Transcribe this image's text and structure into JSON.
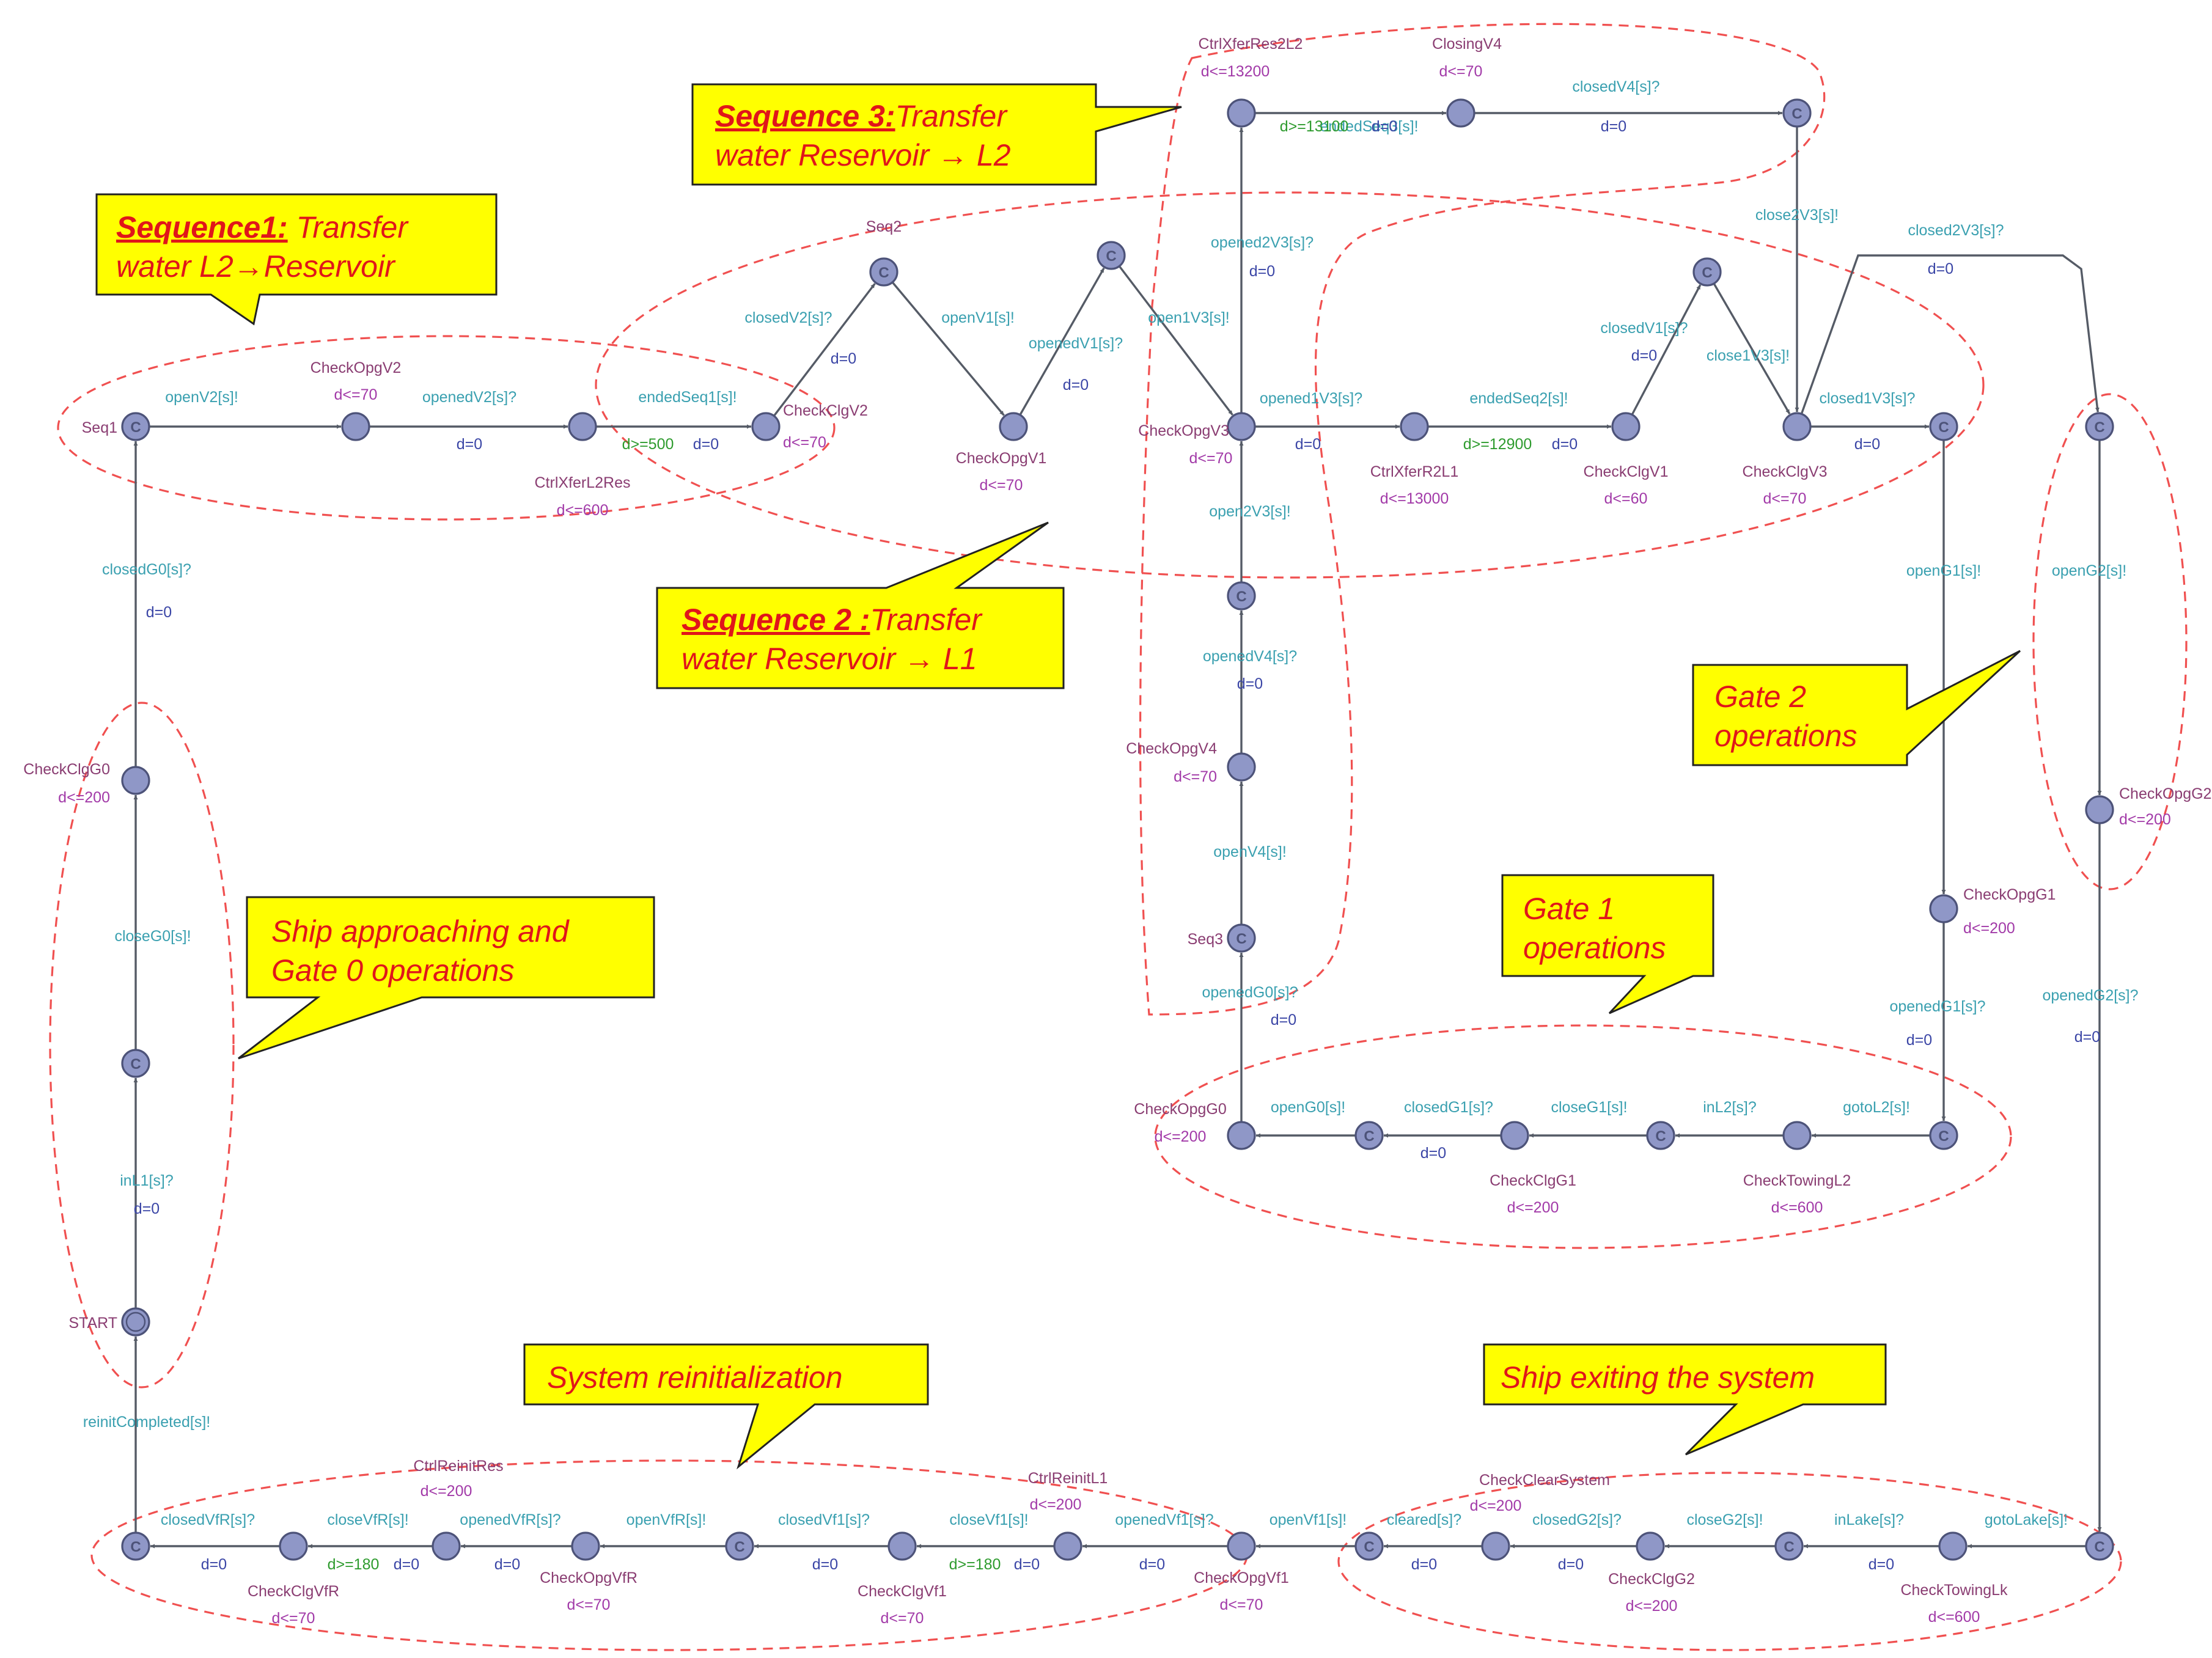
{
  "colors": {
    "callout_fill": "#ffff00",
    "callout_text": "#e0161a",
    "node_fill": "#8f97c7",
    "edge": "#555b66",
    "zone_border": "#f05050",
    "location_name": "#8a3d72",
    "invariant": "#a23aa8",
    "sync": "#3aa0b0",
    "update": "#3b46a6",
    "guard": "#2e9b2e"
  },
  "callouts": {
    "seq1": {
      "title": "Sequence1:",
      "text": " Transfer\nwater L2→Reservoir"
    },
    "seq3": {
      "title": "Sequence 3:",
      "text": "Transfer\nwater Reservoir → L2"
    },
    "seq2": {
      "title": "Sequence 2 :",
      "text": "Transfer\nwater Reservoir → L1"
    },
    "gate2": {
      "title": "",
      "text": "Gate 2\noperations"
    },
    "gate1": {
      "title": "",
      "text": "Gate 1\noperations"
    },
    "ship_approach": {
      "title": "",
      "text": "Ship approaching and\nGate 0 operations"
    },
    "reinit": {
      "title": "",
      "text": "System reinitialization"
    },
    "exit": {
      "title": "",
      "text": "Ship exiting the system"
    }
  },
  "committed_symbol": "C",
  "locations": [
    {
      "id": "seq1",
      "name": "Seq1",
      "inv": "",
      "committed": true
    },
    {
      "id": "checkOpgV2",
      "name": "CheckOpgV2",
      "inv": "d<=70"
    },
    {
      "id": "ctrlXferL2Res",
      "name": "CtrlXferL2Res",
      "inv": "d<=600"
    },
    {
      "id": "checkClgV2",
      "name": "CheckClgV2",
      "inv": "d<=70"
    },
    {
      "id": "seq2",
      "name": "Seq2",
      "inv": "",
      "committed": true
    },
    {
      "id": "checkOpgV1",
      "name": "CheckOpgV1",
      "inv": "d<=70"
    },
    {
      "id": "c_v1",
      "name": "",
      "inv": "",
      "committed": true
    },
    {
      "id": "checkOpgV3",
      "name": "CheckOpgV3",
      "inv": "d<=70"
    },
    {
      "id": "ctrlXferR2L1",
      "name": "CtrlXferR2L1",
      "inv": "d<=13000"
    },
    {
      "id": "checkClgV1",
      "name": "CheckClgV1",
      "inv": "d<=60"
    },
    {
      "id": "c_v1b",
      "name": "",
      "inv": "",
      "committed": true
    },
    {
      "id": "checkClgV3",
      "name": "CheckClgV3",
      "inv": "d<=70"
    },
    {
      "id": "c_v3",
      "name": "",
      "inv": "",
      "committed": true
    },
    {
      "id": "ctrlXferRes2L2",
      "name": "CtrlXferRes2L2",
      "inv": "d<=13200"
    },
    {
      "id": "closingV4",
      "name": "ClosingV4",
      "inv": "d<=70"
    },
    {
      "id": "c_v4",
      "name": "",
      "inv": "",
      "committed": true
    },
    {
      "id": "c_v3b",
      "name": "",
      "inv": "",
      "committed": true
    },
    {
      "id": "checkOpgV4",
      "name": "CheckOpgV4",
      "inv": "d<=70"
    },
    {
      "id": "seq3",
      "name": "Seq3",
      "inv": "",
      "committed": true
    },
    {
      "id": "c_g2",
      "name": "",
      "inv": "",
      "committed": true
    },
    {
      "id": "checkOpgG2",
      "name": "CheckOpgG2",
      "inv": "d<=200"
    },
    {
      "id": "checkOpgG1",
      "name": "CheckOpgG1",
      "inv": "d<=200"
    },
    {
      "id": "c_g1",
      "name": "",
      "inv": "",
      "committed": true
    },
    {
      "id": "checkTowingL2",
      "name": "CheckTowingL2",
      "inv": "d<=600"
    },
    {
      "id": "c_cg1",
      "name": "",
      "inv": "",
      "committed": true
    },
    {
      "id": "checkClgG1",
      "name": "CheckClgG1",
      "inv": "d<=200"
    },
    {
      "id": "c_og0",
      "name": "",
      "inv": "",
      "committed": true
    },
    {
      "id": "checkOpgG0",
      "name": "CheckOpgG0",
      "inv": "d<=200"
    },
    {
      "id": "checkClgG0",
      "name": "CheckClgG0",
      "inv": "d<=200"
    },
    {
      "id": "c_g0",
      "name": "",
      "inv": "",
      "committed": true
    },
    {
      "id": "start",
      "name": "START",
      "inv": "",
      "initial": true
    },
    {
      "id": "c_lk",
      "name": "",
      "inv": "",
      "committed": true
    },
    {
      "id": "checkTowingLk",
      "name": "CheckTowingLk",
      "inv": "d<=600"
    },
    {
      "id": "c_g2b",
      "name": "",
      "inv": "",
      "committed": true
    },
    {
      "id": "checkClgG2",
      "name": "CheckClgG2",
      "inv": "d<=200"
    },
    {
      "id": "checkClearSystem",
      "name": "CheckClearSystem",
      "inv": "d<=200"
    },
    {
      "id": "c_cs",
      "name": "",
      "inv": "",
      "committed": true
    },
    {
      "id": "checkOpgVf1",
      "name": "CheckOpgVf1",
      "inv": "d<=70"
    },
    {
      "id": "ctrlReinitL1",
      "name": "CtrlReinitL1",
      "inv": "d<=200"
    },
    {
      "id": "checkClgVf1",
      "name": "CheckClgVf1",
      "inv": "d<=70"
    },
    {
      "id": "c_vf1",
      "name": "",
      "inv": "",
      "committed": true
    },
    {
      "id": "checkOpgVfR",
      "name": "CheckOpgVfR",
      "inv": "d<=70"
    },
    {
      "id": "ctrlReinitRes",
      "name": "CtrlReinitRes",
      "inv": "d<=200"
    },
    {
      "id": "checkClgVfR",
      "name": "CheckClgVfR",
      "inv": "d<=70"
    },
    {
      "id": "c_vfr",
      "name": "",
      "inv": "",
      "committed": true
    }
  ],
  "edges": [
    {
      "from": "seq1",
      "to": "checkOpgV2",
      "sync": "openV2[s]!",
      "guard": "",
      "update": ""
    },
    {
      "from": "checkOpgV2",
      "to": "ctrlXferL2Res",
      "sync": "openedV2[s]?",
      "guard": "",
      "update": "d=0"
    },
    {
      "from": "ctrlXferL2Res",
      "to": "checkClgV2",
      "sync": "endedSeq1[s]!",
      "guard": "d>=500",
      "update": "d=0"
    },
    {
      "from": "checkClgV2",
      "to": "seq2",
      "sync": "closedV2[s]?",
      "guard": "",
      "update": "d=0"
    },
    {
      "from": "seq2",
      "to": "checkOpgV1",
      "sync": "openV1[s]!",
      "guard": "",
      "update": ""
    },
    {
      "from": "checkOpgV1",
      "to": "c_v1",
      "sync": "openedV1[s]?",
      "guard": "",
      "update": "d=0"
    },
    {
      "from": "c_v1",
      "to": "checkOpgV3",
      "sync": "open1V3[s]!",
      "guard": "",
      "update": ""
    },
    {
      "from": "checkOpgV3",
      "to": "ctrlXferR2L1",
      "sync": "opened1V3[s]?",
      "guard": "",
      "update": "d=0"
    },
    {
      "from": "ctrlXferR2L1",
      "to": "checkClgV1",
      "sync": "endedSeq2[s]!",
      "guard": "d>=12900",
      "update": "d=0"
    },
    {
      "from": "checkClgV1",
      "to": "c_v1b",
      "sync": "closedV1[s]?",
      "guard": "",
      "update": "d=0"
    },
    {
      "from": "c_v1b",
      "to": "checkClgV3",
      "sync": "close1V3[s]!",
      "guard": "",
      "update": ""
    },
    {
      "from": "checkClgV3",
      "to": "c_v3",
      "sync": "closed1V3[s]?",
      "guard": "",
      "update": "d=0"
    },
    {
      "from": "checkOpgV3",
      "to": "ctrlXferRes2L2",
      "sync": "opened2V3[s]?",
      "guard": "",
      "update": "d=0"
    },
    {
      "from": "ctrlXferRes2L2",
      "to": "closingV4",
      "sync": "endedSeq3[s]!",
      "guard": "d>=13100",
      "update": "d=0"
    },
    {
      "from": "closingV4",
      "to": "c_v4",
      "sync": "closedV4[s]?",
      "guard": "",
      "update": "d=0"
    },
    {
      "from": "c_v4",
      "to": "checkClgV3",
      "sync": "close2V3[s]!",
      "guard": "",
      "update": ""
    },
    {
      "from": "checkClgV3",
      "to": "c_g2",
      "sync": "closed2V3[s]?",
      "guard": "",
      "update": "d=0"
    },
    {
      "from": "c_v3b",
      "to": "checkOpgV3",
      "sync": "open2V3[s]!",
      "guard": "",
      "update": ""
    },
    {
      "from": "checkOpgV4",
      "to": "c_v3b",
      "sync": "openedV4[s]?",
      "guard": "",
      "update": "d=0"
    },
    {
      "from": "seq3",
      "to": "checkOpgV4",
      "sync": "openV4[s]!",
      "guard": "",
      "update": ""
    },
    {
      "from": "checkOpgG0",
      "to": "seq3",
      "sync": "openedG0[s]?",
      "guard": "",
      "update": "d=0"
    },
    {
      "from": "c_v3",
      "to": "checkOpgG1",
      "sync": "openG1[s]!",
      "guard": "",
      "update": ""
    },
    {
      "from": "checkOpgG1",
      "to": "c_g1",
      "sync": "openedG1[s]?",
      "guard": "",
      "update": "d=0"
    },
    {
      "from": "c_g1",
      "to": "checkTowingL2",
      "sync": "gotoL2[s]!",
      "guard": "",
      "update": ""
    },
    {
      "from": "checkTowingL2",
      "to": "c_cg1",
      "sync": "inL2[s]?",
      "guard": "",
      "update": ""
    },
    {
      "from": "c_cg1",
      "to": "checkClgG1",
      "sync": "closeG1[s]!",
      "guard": "",
      "update": ""
    },
    {
      "from": "checkClgG1",
      "to": "c_og0",
      "sync": "closedG1[s]?",
      "guard": "",
      "update": "d=0"
    },
    {
      "from": "c_og0",
      "to": "checkOpgG0",
      "sync": "openG0[s]!",
      "guard": "",
      "update": ""
    },
    {
      "from": "c_g2",
      "to": "checkOpgG2",
      "sync": "openG2[s]!",
      "guard": "",
      "update": ""
    },
    {
      "from": "checkOpgG2",
      "to": "c_lk",
      "sync": "openedG2[s]?",
      "guard": "",
      "update": "d=0"
    },
    {
      "from": "c_lk",
      "to": "checkTowingLk",
      "sync": "gotoLake[s]!",
      "guard": "",
      "update": ""
    },
    {
      "from": "checkTowingLk",
      "to": "c_g2b",
      "sync": "inLake[s]?",
      "guard": "",
      "update": "d=0"
    },
    {
      "from": "c_g2b",
      "to": "checkClgG2",
      "sync": "closeG2[s]!",
      "guard": "",
      "update": ""
    },
    {
      "from": "checkClgG2",
      "to": "checkClearSystem",
      "sync": "closedG2[s]?",
      "guard": "",
      "update": "d=0"
    },
    {
      "from": "checkClearSystem",
      "to": "c_cs",
      "sync": "cleared[s]?",
      "guard": "",
      "update": "d=0"
    },
    {
      "from": "c_cs",
      "to": "checkOpgVf1",
      "sync": "openVf1[s]!",
      "guard": "",
      "update": ""
    },
    {
      "from": "checkOpgVf1",
      "to": "ctrlReinitL1",
      "sync": "openedVf1[s]?",
      "guard": "",
      "update": "d=0"
    },
    {
      "from": "ctrlReinitL1",
      "to": "checkClgVf1",
      "sync": "closeVf1[s]!",
      "guard": "d>=180",
      "update": "d=0"
    },
    {
      "from": "checkClgVf1",
      "to": "c_vf1",
      "sync": "closedVf1[s]?",
      "guard": "",
      "update": "d=0"
    },
    {
      "from": "c_vf1",
      "to": "checkOpgVfR",
      "sync": "openVfR[s]!",
      "guard": "",
      "update": ""
    },
    {
      "from": "checkOpgVfR",
      "to": "ctrlReinitRes",
      "sync": "openedVfR[s]?",
      "guard": "",
      "update": "d=0"
    },
    {
      "from": "ctrlReinitRes",
      "to": "checkClgVfR",
      "sync": "closeVfR[s]!",
      "guard": "d>=180",
      "update": "d=0"
    },
    {
      "from": "checkClgVfR",
      "to": "c_vfr",
      "sync": "closedVfR[s]?",
      "guard": "",
      "update": "d=0"
    },
    {
      "from": "c_vfr",
      "to": "start",
      "sync": "reinitCompleted[s]!",
      "guard": "",
      "update": ""
    },
    {
      "from": "start",
      "to": "c_g0",
      "sync": "inL1[s]?",
      "guard": "",
      "update": "d=0"
    },
    {
      "from": "c_g0",
      "to": "checkClgG0",
      "sync": "closeG0[s]!",
      "guard": "",
      "update": ""
    },
    {
      "from": "checkClgG0",
      "to": "seq1",
      "sync": "closedG0[s]?",
      "guard": "",
      "update": "d=0"
    }
  ]
}
